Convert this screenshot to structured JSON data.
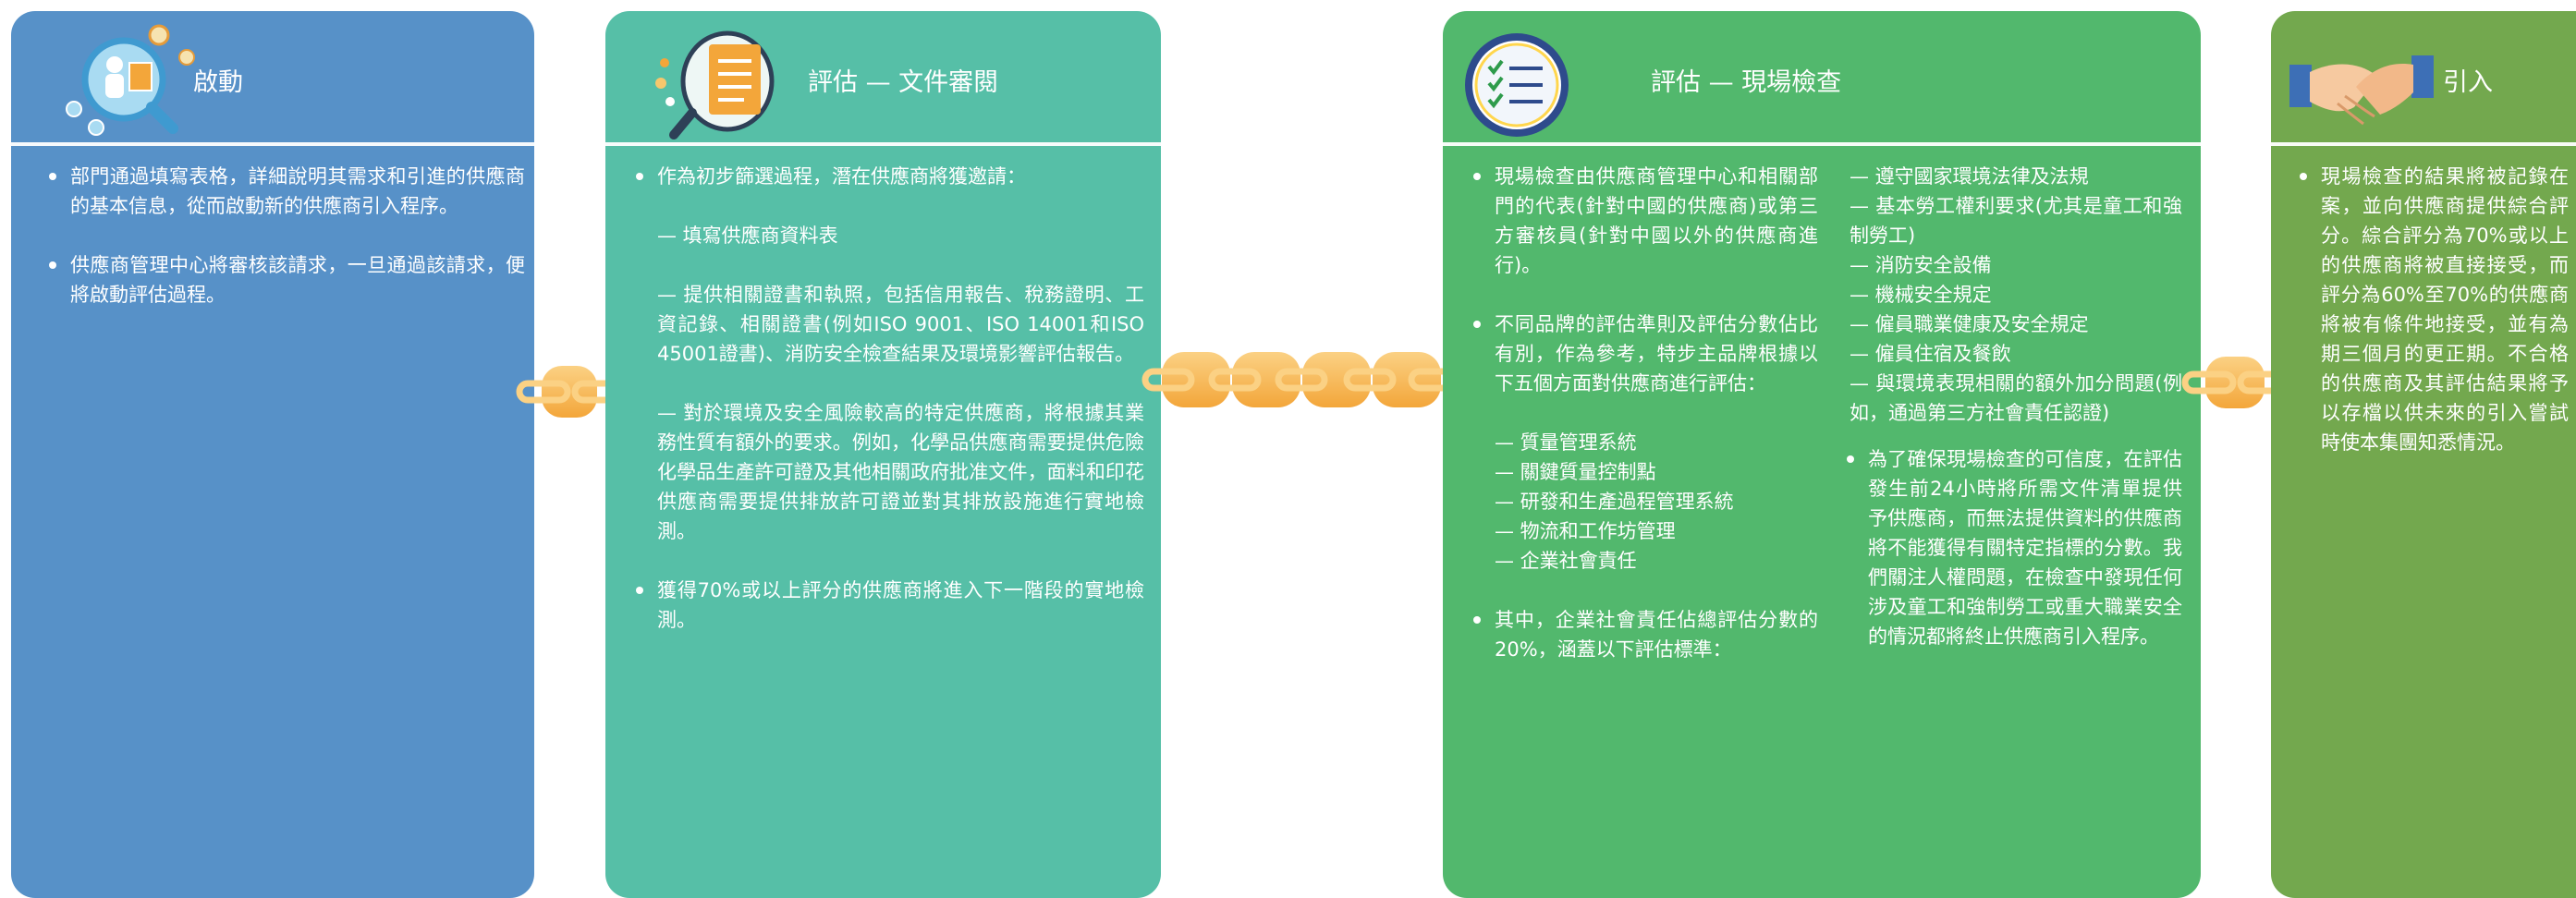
{
  "colors": {
    "card1": "#5791c8",
    "card2": "#56bfa7",
    "card3": "#52b86d",
    "card4": "#73a84e",
    "chain_light": "#fbd184",
    "chain_dark": "#f3a63a"
  },
  "cards": [
    {
      "title": "啟動",
      "icon": "people-magnifier-icon",
      "bullets": [
        "部門通過填寫表格，詳細說明其需求和引進的供應商的基本信息，從而啟動新的供應商引入程序。",
        "供應商管理中心將審核該請求，一旦通過該請求，便將啟動評估過程。"
      ]
    },
    {
      "title": "評估 — 文件審閱",
      "icon": "document-magnifier-icon",
      "bullet1": "作為初步篩選過程，潛在供應商將獲邀請：",
      "dash1": "— 填寫供應商資料表",
      "dash2": "— 提供相關證書和執照，包括信用報告、稅務證明、工資記錄、相關證書(例如ISO 9001、ISO 14001和ISO 45001證書)、消防安全檢查結果及環境影響評估報告。",
      "dash3": "— 對於環境及安全風險較高的特定供應商，將根據其業務性質有額外的要求。例如，化學品供應商需要提供危險化學品生產許可證及其他相關政府批准文件，面料和印花供應商需要提供排放許可證並對其排放設施進行實地檢測。",
      "bullet2": "獲得70%或以上評分的供應商將進入下一階段的實地檢測。"
    },
    {
      "title": "評估 — 現場檢查",
      "icon": "checklist-icon",
      "left_bullet1": "現場檢查由供應商管理中心和相關部門的代表(針對中國的供應商)或第三方審核員(針對中國以外的供應商進行)。",
      "left_bullet2": "不同品牌的評估準則及評估分數佔比有別，作為參考，特步主品牌根據以下五個方面對供應商進行評估：",
      "left_dashes": [
        "— 質量管理系統",
        "— 關鍵質量控制點",
        "— 研發和生產過程管理系統",
        "— 物流和工作坊管理",
        "— 企業社會責任"
      ],
      "left_bullet3": "其中，企業社會責任佔總評估分數的20%，涵蓋以下評估標準：",
      "right_dashes": [
        "— 遵守國家環境法律及法規",
        "— 基本勞工權利要求(尤其是童工和強制勞工)",
        "— 消防安全設備",
        "— 機械安全規定",
        "— 僱員職業健康及安全規定",
        "— 僱員住宿及餐飲",
        "— 與環境表現相關的額外加分問題(例如，通過第三方社會責任認證)"
      ],
      "right_bullet": "為了確保現場檢查的可信度，在評估發生前24小時將所需文件清單提供予供應商，而無法提供資料的供應商將不能獲得有關特定指標的分數。我們關注人權問題，在檢查中發現任何涉及童工和強制勞工或重大職業安全的情況都將終止供應商引入程序。"
    },
    {
      "title": "引入",
      "icon": "handshake-icon",
      "bullet": "現場檢查的結果將被記錄在案，並向供應商提供綜合評分。綜合評分為70%或以上的供應商將被直接接受，而評分為60%至70%的供應商將被有條件地接受，並有為期三個月的更正期。不合格的供應商及其評估結果將予以存檔以供未來的引入嘗試時使本集團知悉情況。"
    }
  ]
}
